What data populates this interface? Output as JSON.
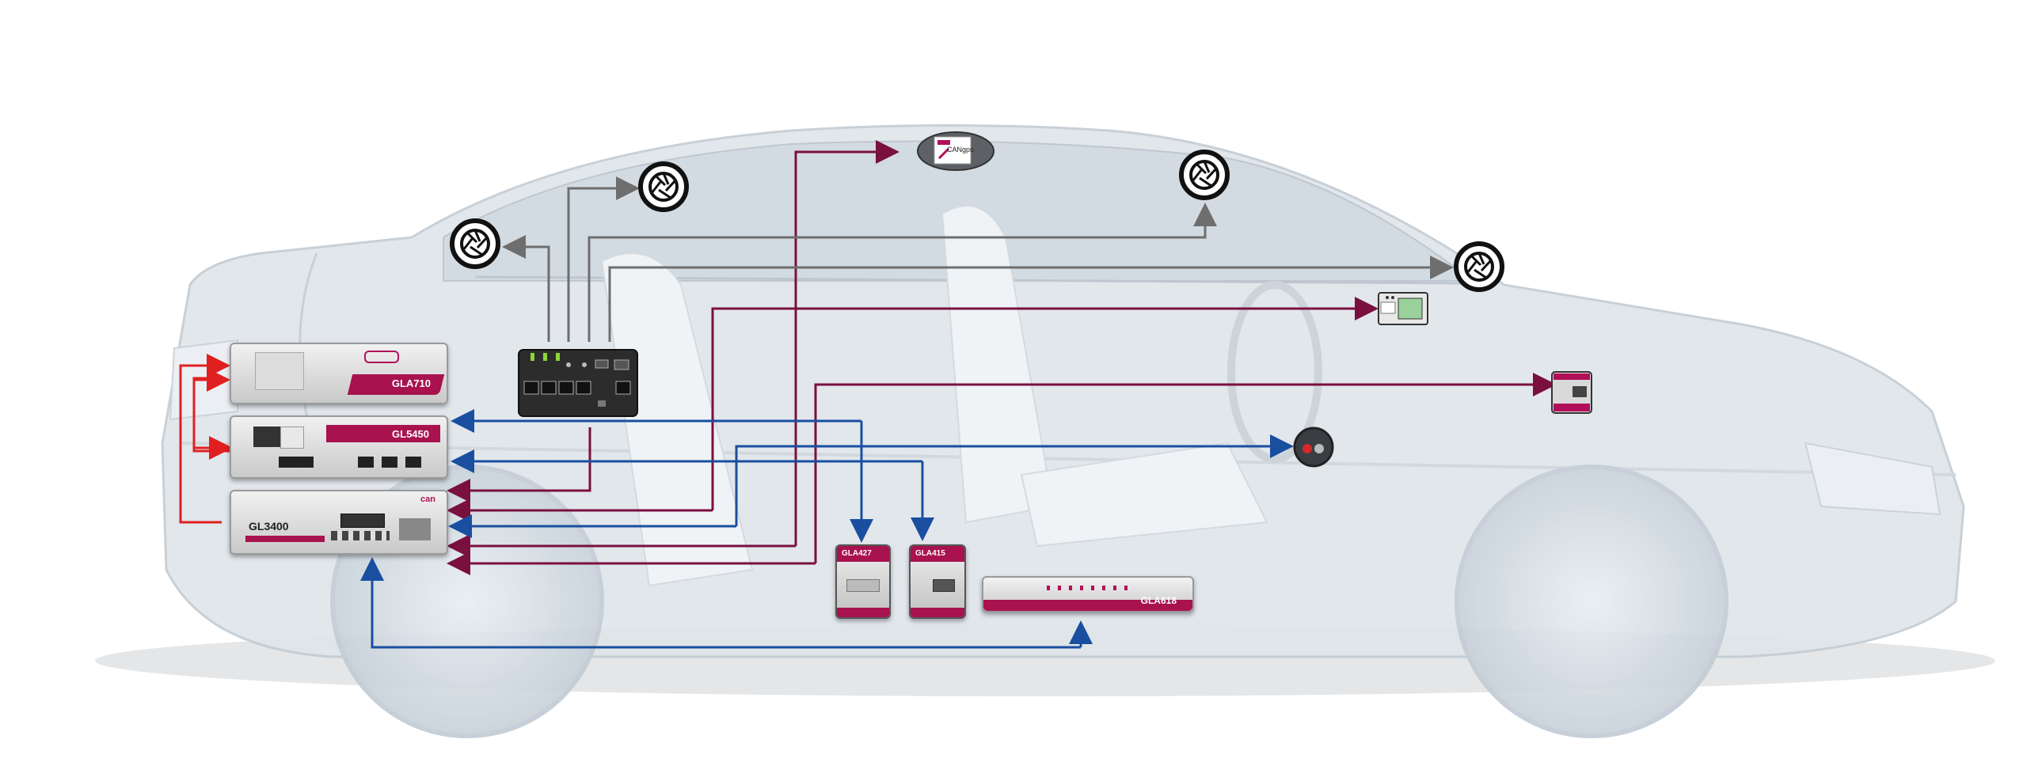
{
  "devices": {
    "gla710": {
      "label": "GLA710"
    },
    "gl5450": {
      "label": "GL5450"
    },
    "gl3400": {
      "label": "GL3400",
      "badge": "can"
    },
    "gla427": {
      "label": "GLA427"
    },
    "gla415": {
      "label": "GLA415"
    },
    "gla618": {
      "label": "GLA618"
    },
    "canlogo": {
      "label": "CANgps"
    }
  },
  "colors": {
    "red": "#e02020",
    "magenta": "#7a1040",
    "blue": "#1a4fa0",
    "gray": "#6e6e6e",
    "brand": "#b0105a"
  },
  "icons": [
    "camera-icon",
    "camera-icon",
    "camera-icon",
    "camera-icon",
    "gps-antenna-icon",
    "display-unit-icon",
    "analog-module-icon",
    "control-knob-icon",
    "ethernet-switch-icon"
  ]
}
